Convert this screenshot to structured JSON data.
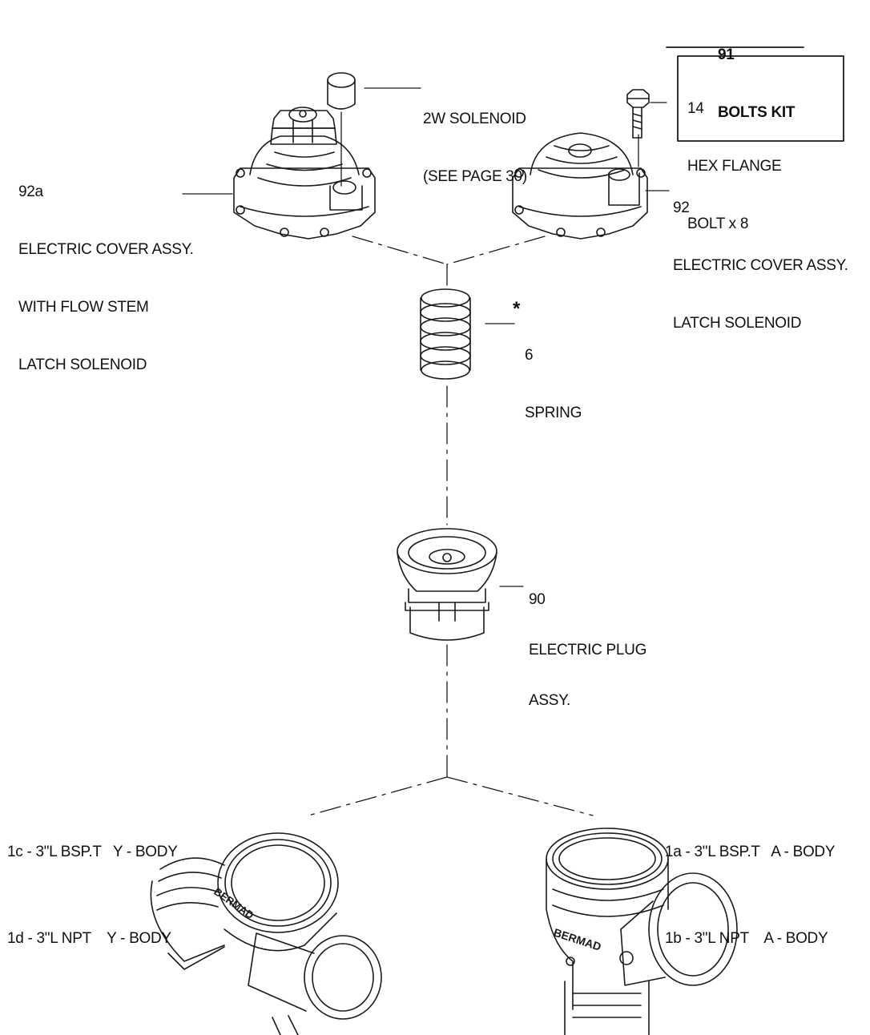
{
  "labels": {
    "bolts_kit": {
      "number": "91",
      "title": "BOLTS KIT"
    },
    "hex_bolt": {
      "number": "14",
      "line1": "HEX FLANGE",
      "line2": "BOLT x 8"
    },
    "solenoid": {
      "line1": "2W SOLENOID",
      "line2": "(SEE PAGE 30)"
    },
    "cover_92a": {
      "number": "92a",
      "line1": "ELECTRIC COVER ASSY.",
      "line2": "WITH FLOW STEM",
      "line3": "LATCH SOLENOID"
    },
    "cover_92": {
      "number": "92",
      "line1": "ELECTRIC COVER ASSY.",
      "line2": "LATCH SOLENOID"
    },
    "spring": {
      "asterisk": "*",
      "number": "6",
      "name": "SPRING"
    },
    "plug": {
      "number": "90",
      "line1": "ELECTRIC PLUG",
      "line2": "ASSY."
    },
    "y_body": {
      "line1": "1c - 3\"L BSP.T   Y - BODY",
      "line2": "1d - 3\"L NPT    Y - BODY"
    },
    "a_body": {
      "line1": "1a - 3\"L BSP.T   A - BODY",
      "line2": "1b - 3\"L NPT    A - BODY"
    },
    "brand": "BERMAD"
  },
  "colors": {
    "line": "#1a1a1a",
    "background": "#ffffff"
  }
}
